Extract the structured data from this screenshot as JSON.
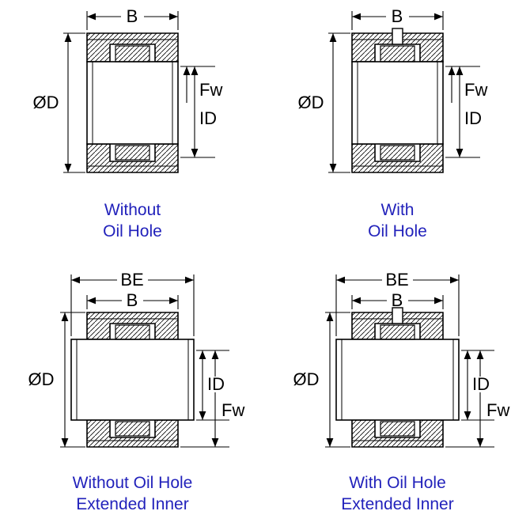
{
  "page": {
    "background": "#ffffff"
  },
  "colors": {
    "caption": "#2222bb",
    "line": "#000000"
  },
  "labels": {
    "b": "B",
    "be": "BE",
    "od": "ØD",
    "fw": "Fw",
    "id": "ID"
  },
  "diagrams": [
    {
      "caption_line1": "Without",
      "caption_line2": "Oil Hole"
    },
    {
      "caption_line1": "With",
      "caption_line2": "Oil Hole"
    },
    {
      "caption_line1": "Without Oil Hole",
      "caption_line2": "Extended Inner"
    },
    {
      "caption_line1": "With Oil Hole",
      "caption_line2": "Extended Inner"
    }
  ]
}
